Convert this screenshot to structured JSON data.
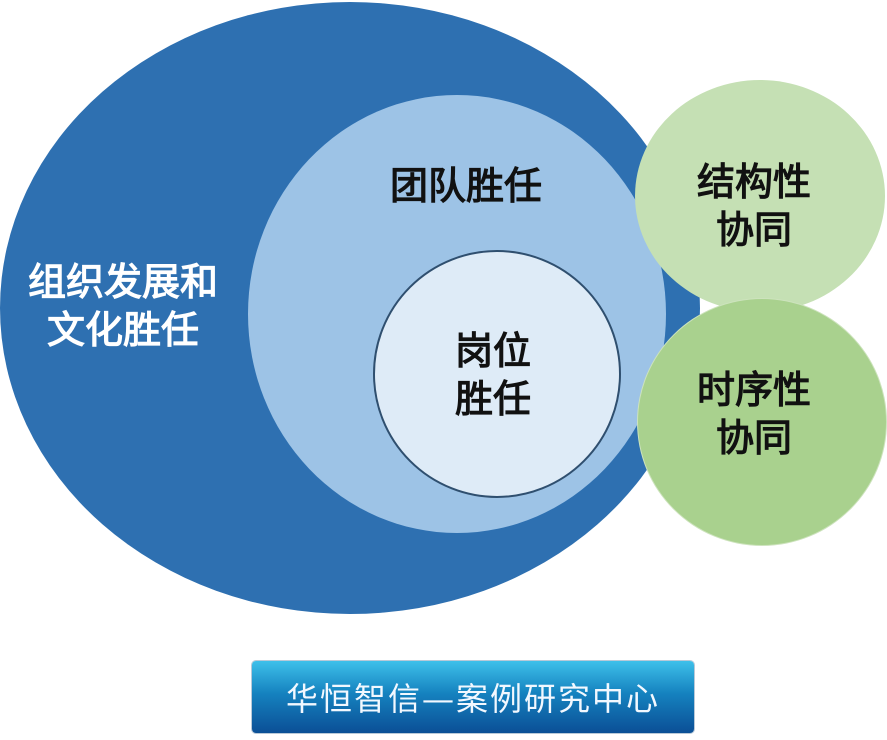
{
  "diagram": {
    "outer": {
      "line1": "组织发展和",
      "line2": "文化胜任"
    },
    "middle": {
      "label": "团队胜任"
    },
    "inner": {
      "line1": "岗位",
      "line2": "胜任"
    },
    "side_top": {
      "line1": "结构性",
      "line2": "协同"
    },
    "side_bottom": {
      "line1": "时序性",
      "line2": "协同"
    }
  },
  "banner": {
    "text": "华恒智信—案例研究中心"
  },
  "colors": {
    "outer": "#2e70b1",
    "middle": "#9dc3e6",
    "inner": "#deebf7",
    "green_top": "#c5e0b4",
    "green_bottom": "#a9d18e"
  }
}
